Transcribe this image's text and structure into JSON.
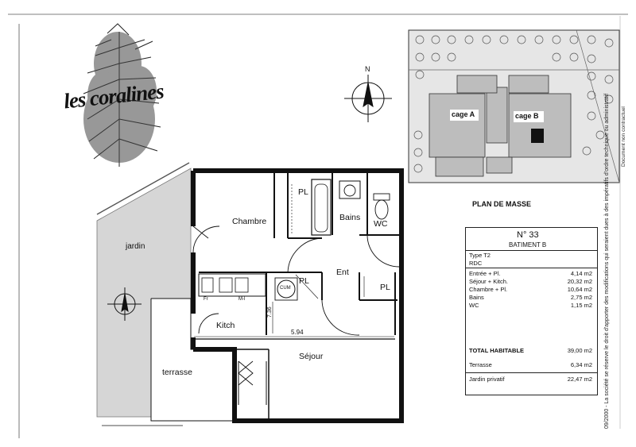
{
  "brand": {
    "logo_text": "les coralines"
  },
  "compass": {
    "north": "N"
  },
  "site_plan": {
    "title": "PLAN DE MASSE",
    "cage_a": "cage A",
    "cage_b": "cage B"
  },
  "rooms": {
    "chambre": "Chambre",
    "bains": "Bains",
    "wc": "WC",
    "pl1": "PL",
    "pl2": "PL",
    "pl3": "PL",
    "ent": "Ent",
    "kitch": "Kitch",
    "sejour": "Séjour",
    "jardin": "jardin",
    "terrasse": "terrasse",
    "cum": "CUM",
    "fr": "Fr",
    "ml": "M-l",
    "dim_width": "5.94",
    "dim_depth": "7.36"
  },
  "card": {
    "number": "N° 33",
    "building": "BATIMENT B",
    "type": "Type T2",
    "level": "RDC",
    "rows": [
      {
        "label": "Entrée + Pl.",
        "value": "4,14 m2"
      },
      {
        "label": "Séjour + Kitch.",
        "value": "20,32 m2"
      },
      {
        "label": "Chambre + Pl.",
        "value": "10,64 m2"
      },
      {
        "label": "Bains",
        "value": "2,75 m2"
      },
      {
        "label": "WC",
        "value": "1,15 m2"
      }
    ],
    "total_label": "TOTAL HABITABLE",
    "total_value": "39,00 m2",
    "terrace_label": "Terrasse",
    "terrace_value": "6,34 m2",
    "garden_label": "Jardin privatif",
    "garden_value": "22,47 m2"
  },
  "disclaimer": "09/2000 - La société se réserve le droit d'apporter des modifications qui seraient dues à des impératifs d'ordre technique ou administratif",
  "disclaimer2": "Document non contractuel"
}
